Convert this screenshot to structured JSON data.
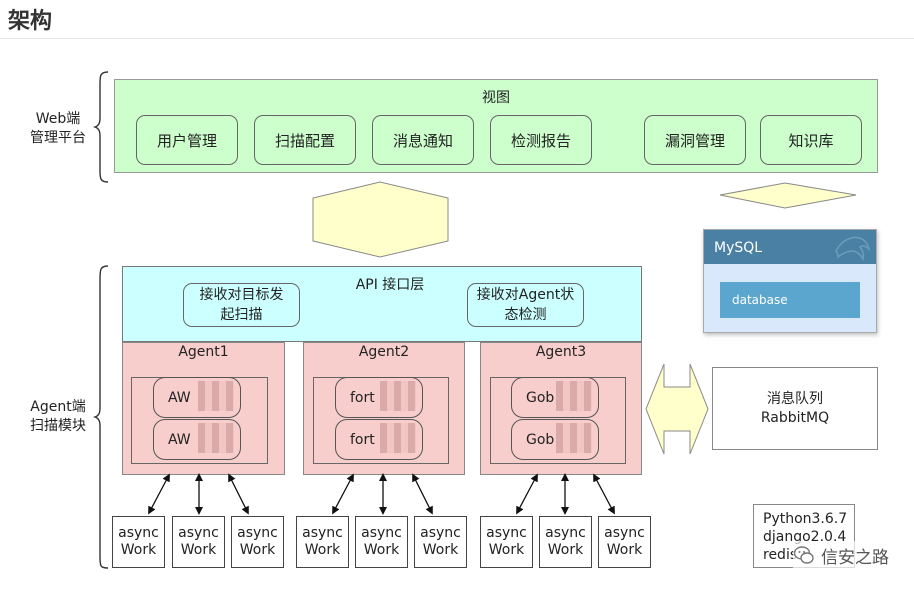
{
  "title": "架构",
  "web_side": {
    "line1": "Web端",
    "line2": "管理平台"
  },
  "agent_side": {
    "line1": "Agent端",
    "line2": "扫描模块"
  },
  "web_panel": {
    "label": "视图",
    "modules": [
      "用户管理",
      "扫描配置",
      "消息通知",
      "检测报告",
      "漏洞管理",
      "知识库"
    ]
  },
  "api": {
    "label": "API 接口层",
    "box1": {
      "line1": "接收对目标发",
      "line2": "起扫描"
    },
    "box2": {
      "line1": "接收对Agent状",
      "line2": "态检测"
    }
  },
  "agents": [
    {
      "name": "Agent1",
      "tools": [
        "AW",
        "AW"
      ]
    },
    {
      "name": "Agent2",
      "tools": [
        "fort",
        "fort"
      ]
    },
    {
      "name": "Agent3",
      "tools": [
        "Gob",
        "Gob"
      ]
    }
  ],
  "worker": {
    "line1": "async",
    "line2": "Work"
  },
  "mysql": {
    "title": "MySQL",
    "db": "database"
  },
  "mq": {
    "line1": "消息队列",
    "line2": "RabbitMQ"
  },
  "versions": [
    "Python3.6.7",
    "django2.0.4",
    "redis"
  ],
  "watermark": "信安之路",
  "colors": {
    "web": "#ccffcc",
    "api": "#ccffff",
    "agent": "#f8cecc",
    "arrow": "#ffffcc",
    "mysql_head": "#4a80a3"
  }
}
